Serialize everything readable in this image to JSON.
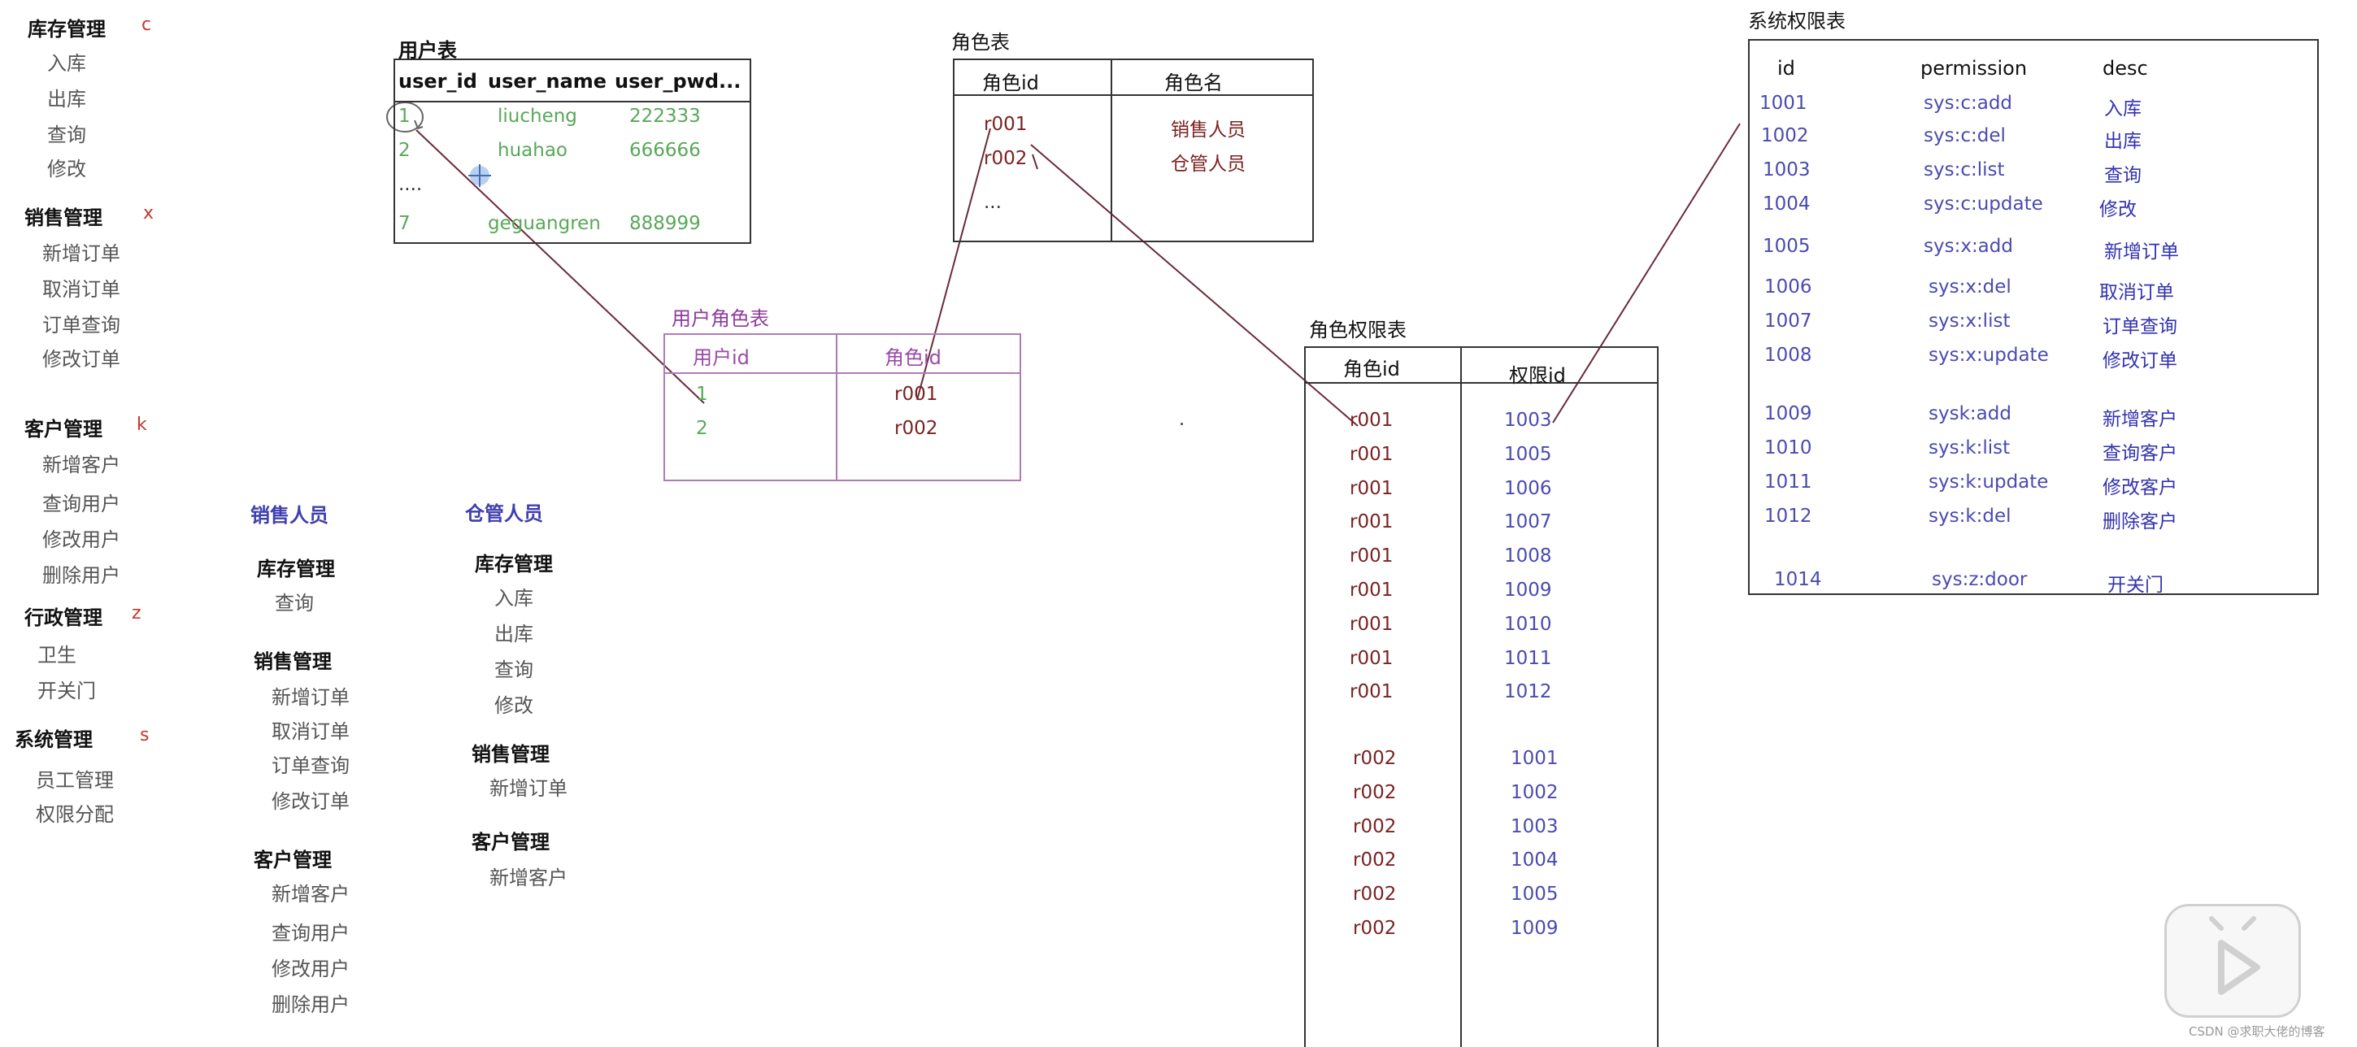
{
  "menu": [
    {
      "label": "库存管理",
      "code": "c",
      "items": [
        "入库",
        "出库",
        "查询",
        "修改"
      ]
    },
    {
      "label": "销售管理",
      "code": "x",
      "items": [
        "新增订单",
        "取消订单",
        "订单查询",
        "修改订单"
      ]
    },
    {
      "label": "客户管理",
      "code": "k",
      "items": [
        "新增客户",
        "查询用户",
        "修改用户",
        "删除用户"
      ]
    },
    {
      "label": "行政管理",
      "code": "z",
      "items": [
        "卫生",
        "开关门"
      ]
    },
    {
      "label": "系统管理",
      "code": "s",
      "items": [
        "员工管理",
        "权限分配"
      ]
    }
  ],
  "roles": [
    {
      "title": "销售人员",
      "groups": [
        {
          "label": "库存管理",
          "items": [
            "查询"
          ]
        },
        {
          "label": "销售管理",
          "items": [
            "新增订单",
            "取消订单",
            "订单查询",
            "修改订单"
          ]
        },
        {
          "label": "客户管理",
          "items": [
            "新增客户",
            "查询用户",
            "修改用户",
            "删除用户"
          ]
        }
      ]
    },
    {
      "title": "仓管人员",
      "groups": [
        {
          "label": "库存管理",
          "items": [
            "入库",
            "出库",
            "查询",
            "修改"
          ]
        },
        {
          "label": "销售管理",
          "items": [
            "新增订单"
          ]
        },
        {
          "label": "客户管理",
          "items": [
            "新增客户"
          ]
        }
      ]
    }
  ],
  "user_table": {
    "title": "用户表",
    "headers": [
      "user_id",
      "user_name",
      "user_pwd..."
    ],
    "rows": [
      [
        "1",
        "liucheng",
        "222333"
      ],
      [
        "2",
        "huahao",
        "666666"
      ],
      [
        "....",
        "",
        ""
      ],
      [
        "7",
        "geguangren",
        "888999"
      ]
    ]
  },
  "role_table": {
    "title": "角色表",
    "headers": [
      "角色id",
      "角色名"
    ],
    "rows": [
      [
        "r001",
        "销售人员"
      ],
      [
        "r002",
        "仓管人员"
      ],
      [
        "...",
        ""
      ]
    ]
  },
  "user_role_table": {
    "title": "用户角色表",
    "headers": [
      "用户id",
      "角色id"
    ],
    "rows": [
      [
        "1",
        "r001"
      ],
      [
        "2",
        "r002"
      ]
    ]
  },
  "role_perm_table": {
    "title": "角色权限表",
    "headers": [
      "角色id",
      "权限id"
    ],
    "rows": [
      [
        "r001",
        "1003"
      ],
      [
        "r001",
        "1005"
      ],
      [
        "r001",
        "1006"
      ],
      [
        "r001",
        "1007"
      ],
      [
        "r001",
        "1008"
      ],
      [
        "r001",
        "1009"
      ],
      [
        "r001",
        "1010"
      ],
      [
        "r001",
        "1011"
      ],
      [
        "r001",
        "1012"
      ],
      [
        "r002",
        "1001"
      ],
      [
        "r002",
        "1002"
      ],
      [
        "r002",
        "1003"
      ],
      [
        "r002",
        "1004"
      ],
      [
        "r002",
        "1005"
      ],
      [
        "r002",
        "1009"
      ]
    ]
  },
  "perm_table": {
    "title": "系统权限表",
    "headers": [
      "id",
      "permission",
      "desc"
    ],
    "rows": [
      [
        "1001",
        "sys:c:add",
        "入库"
      ],
      [
        "1002",
        "sys:c:del",
        "出库"
      ],
      [
        "1003",
        "sys:c:list",
        "查询"
      ],
      [
        "1004",
        "sys:c:update",
        "修改"
      ],
      [
        "1005",
        "sys:x:add",
        "新增订单"
      ],
      [
        "1006",
        "sys:x:del",
        "取消订单"
      ],
      [
        "1007",
        "sys:x:list",
        "订单查询"
      ],
      [
        "1008",
        "sys:x:update",
        "修改订单"
      ],
      [
        "1009",
        "sysk:add",
        "新增客户"
      ],
      [
        "1010",
        "sys:k:list",
        "查询客户"
      ],
      [
        "1011",
        "sys:k:update",
        "修改客户"
      ],
      [
        "1012",
        "sys:k:del",
        "删除客户"
      ],
      [
        "1014",
        "sys:z:door",
        "开关门"
      ]
    ]
  },
  "watermark": "CSDN @求职大佬的博客",
  "colors": {
    "line": "#6b2a3a",
    "table_border": "#333333",
    "purple": "#9a4aa8",
    "green": "#58a858",
    "maroon": "#7a2222",
    "blue": "#4a4ab0",
    "code_red": "#c0392b"
  },
  "icons": {
    "play": "play-icon",
    "cursor": "cursor-crosshair-icon"
  }
}
